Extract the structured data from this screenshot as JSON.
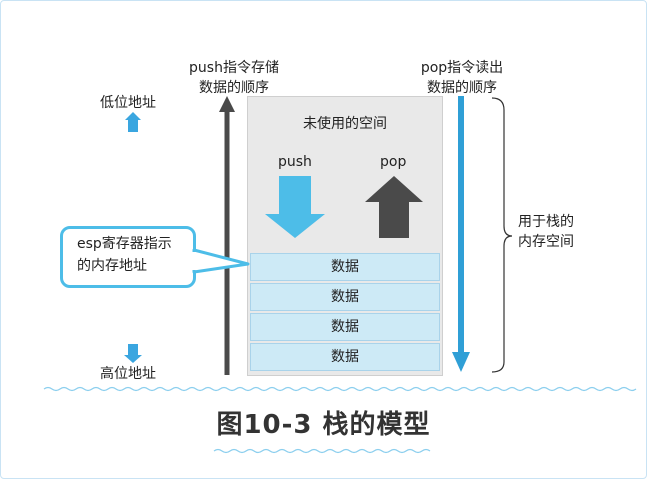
{
  "labels": {
    "push_order": [
      "push指令存储",
      "数据的顺序"
    ],
    "pop_order": [
      "pop指令读出",
      "数据的顺序"
    ],
    "low_addr": "低位地址",
    "high_addr": "高位地址",
    "unused_space": "未使用的空间",
    "push": "push",
    "pop": "pop",
    "stack_space": [
      "用于栈的",
      "内存空间"
    ],
    "esp": [
      "esp寄存器指示",
      "的内存地址"
    ]
  },
  "cells": [
    "数据",
    "数据",
    "数据",
    "数据"
  ],
  "caption": "图10-3 栈的模型",
  "colors": {
    "accent_blue": "#4dbde8",
    "dark_arrow": "#4a4a4a",
    "cell_fill": "#cdeaf6",
    "unused_fill": "#e9e9e9"
  }
}
